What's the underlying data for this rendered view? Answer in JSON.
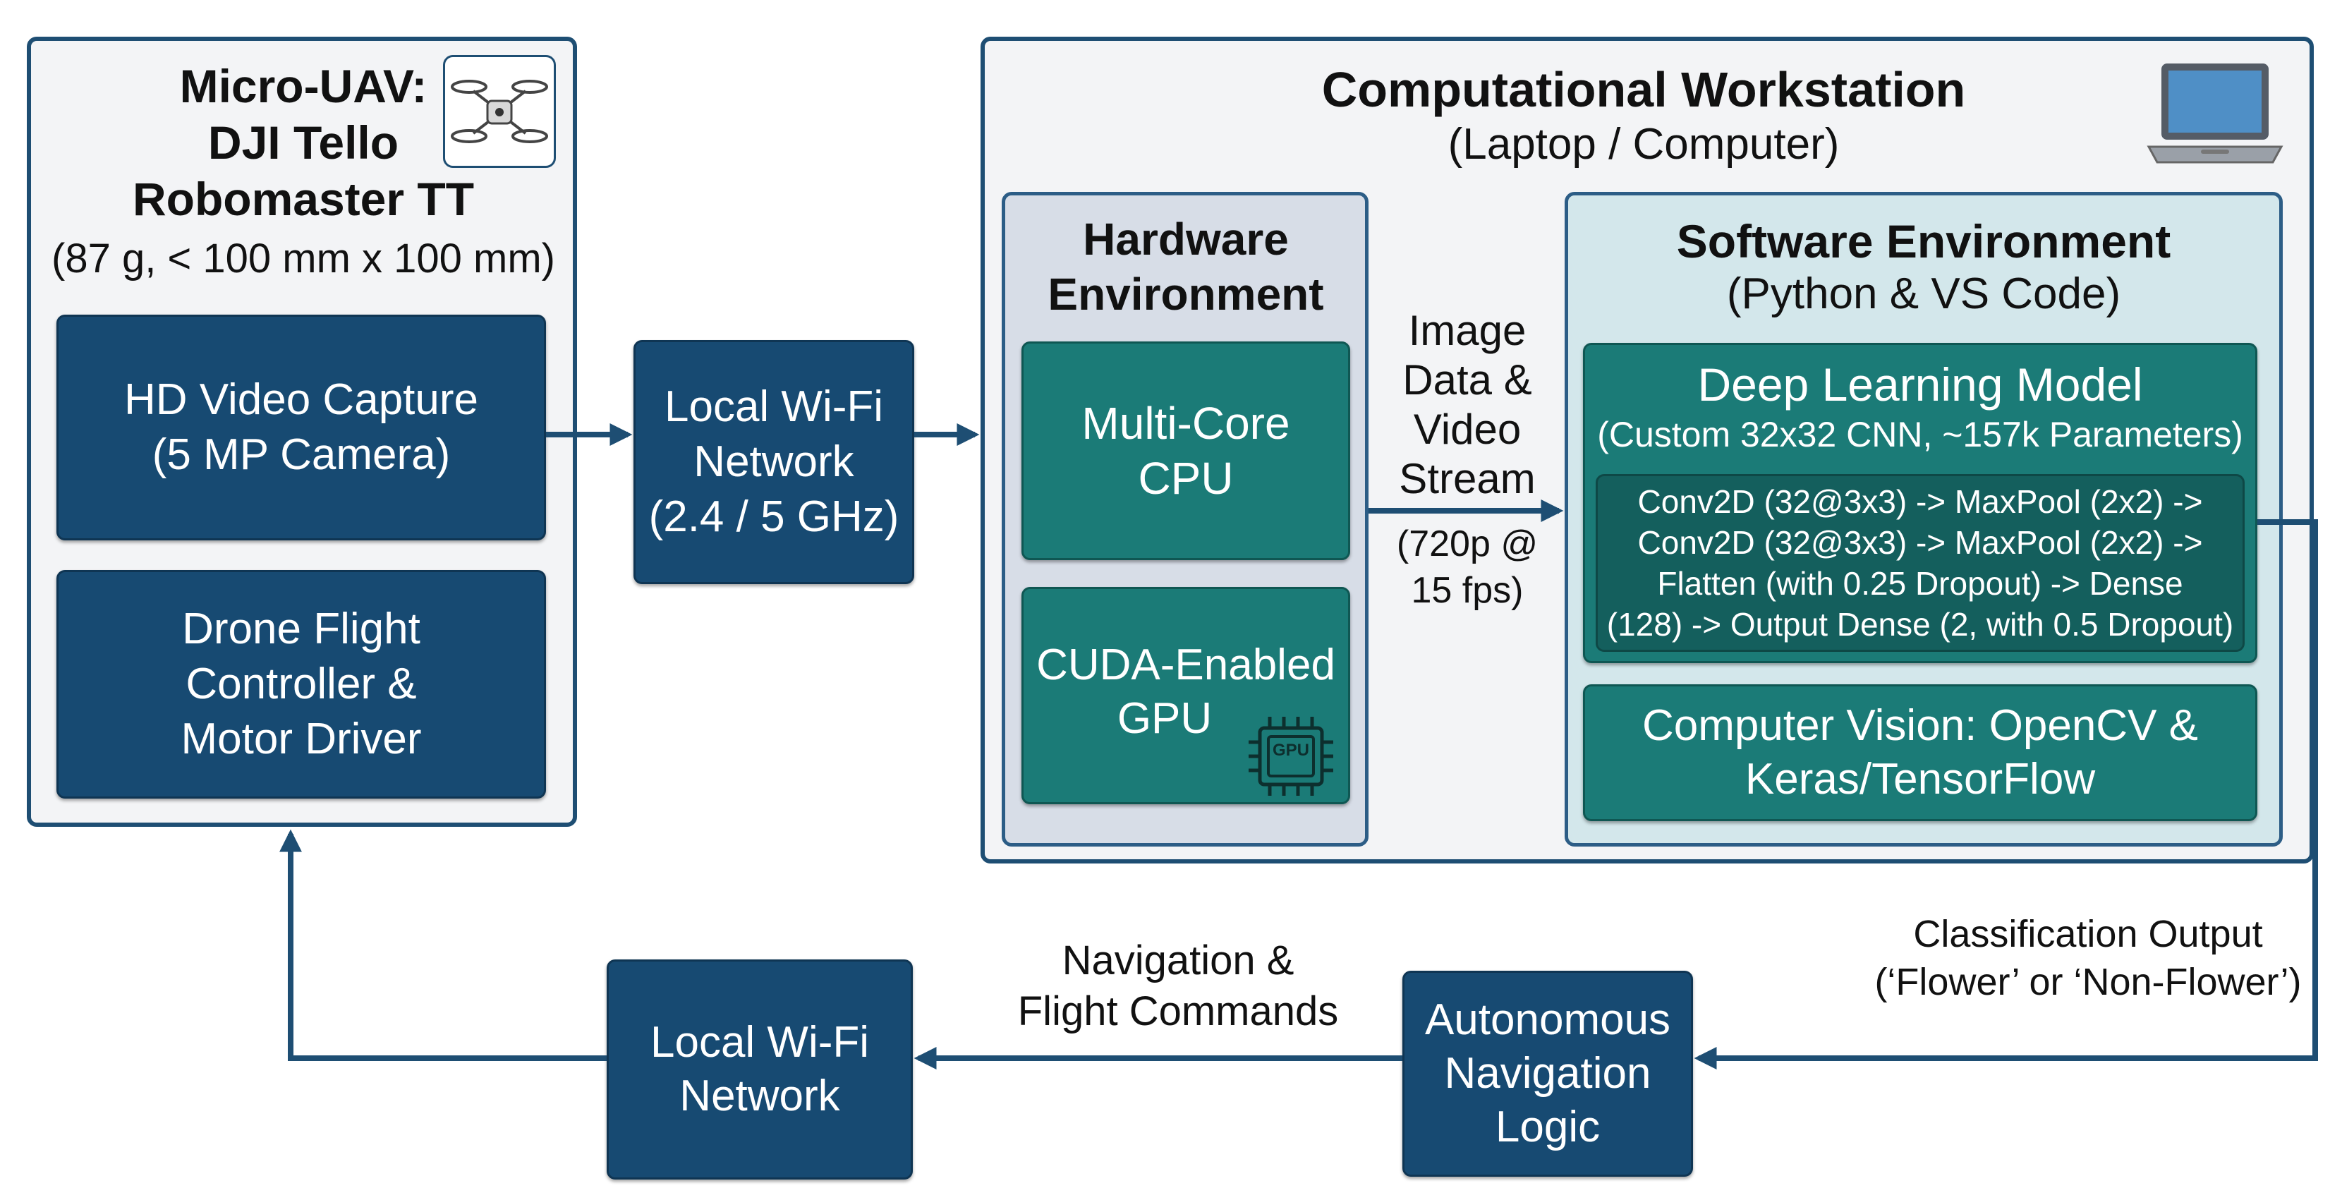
{
  "uav": {
    "title_lines": [
      "Micro-UAV:",
      "DJI Tello",
      "Robomaster TT"
    ],
    "spec": "(87 g, < 100 mm x 100 mm)",
    "camera_lines": [
      "HD Video Capture",
      "(5 MP Camera)"
    ],
    "flight_lines": [
      "Drone Flight",
      "Controller &",
      "Motor Driver"
    ]
  },
  "wifi_top": {
    "lines": [
      "Local Wi-Fi",
      "Network",
      "(2.4 / 5 GHz)"
    ]
  },
  "workstation": {
    "title": "Computational Workstation",
    "subtitle": "(Laptop / Computer)",
    "hardware": {
      "title_lines": [
        "Hardware",
        "Environment"
      ],
      "cpu_lines": [
        "Multi-Core",
        "CPU"
      ],
      "gpu_lines": [
        "CUDA-Enabled",
        "GPU"
      ],
      "gpu_chip_label": "GPU"
    },
    "stream_label_lines": [
      "Image",
      "Data &",
      "Video",
      "Stream"
    ],
    "stream_rate_lines": [
      "(720p @",
      "15 fps)"
    ],
    "software": {
      "title": "Software Environment",
      "subtitle": "(Python & VS Code)",
      "model_title": "Deep Learning Model",
      "model_subtitle": "(Custom 32x32 CNN, ~157k Parameters)",
      "arch_lines": [
        "Conv2D (32@3x3) -> MaxPool (2x2) ->",
        "Conv2D (32@3x3) -> MaxPool (2x2) ->",
        "Flatten (with 0.25 Dropout) -> Dense",
        "(128) -> Output Dense (2, with 0.5 Dropout)"
      ],
      "cv_lines": [
        "Computer Vision: OpenCV &",
        "Keras/TensorFlow"
      ]
    }
  },
  "classification_lines": [
    "Classification Output",
    "(‘Flower’ or ‘Non-Flower’)"
  ],
  "autonomous_lines": [
    "Autonomous",
    "Navigation",
    "Logic"
  ],
  "nav_label_lines": [
    "Navigation &",
    "Flight Commands"
  ],
  "wifi_bottom": {
    "lines": [
      "Local Wi-Fi",
      "Network"
    ]
  },
  "colors": {
    "navy": "#174a72",
    "teal": "#1b7b77",
    "frame": "#1e4e73",
    "arrow": "#1e4e73"
  }
}
